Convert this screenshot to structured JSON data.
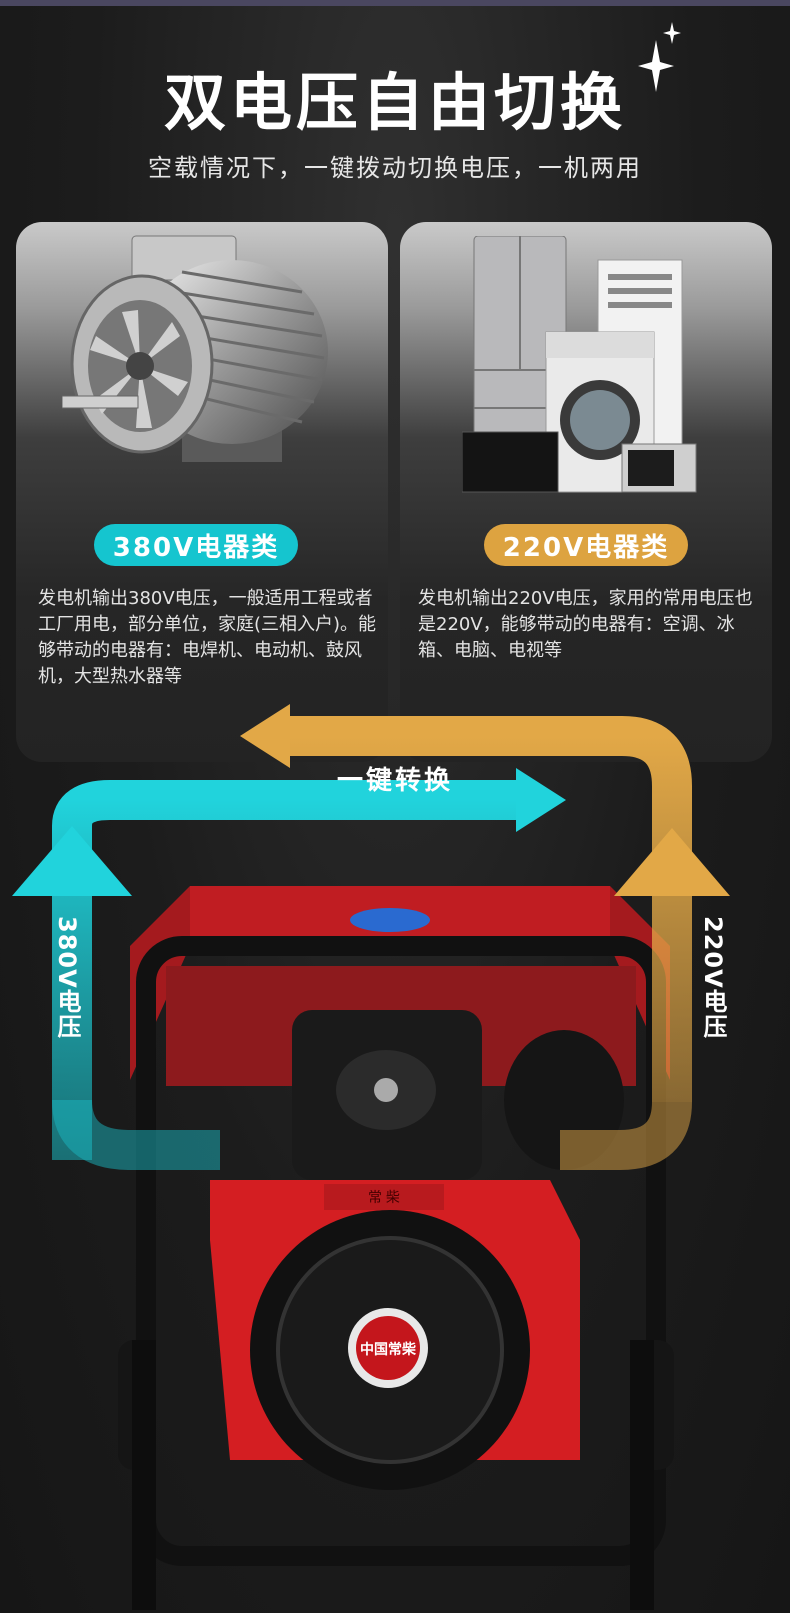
{
  "title": "双电压自由切换",
  "subtitle": "空载情况下，一键拨动切换电压，一机两用",
  "left_card": {
    "image": "electric-motor",
    "badge": "380V电器类",
    "description": "发电机输出380V电压，一般适用工程或者工厂用电，部分单位，家庭(三相入户)。能够带动的电器有：电焊机、电动机、鼓风机，大型热水器等"
  },
  "right_card": {
    "image": "household-appliances",
    "badge": "220V电器类",
    "description": "发电机输出220V电压，家用的常用电压也是220V，能够带动的电器有：空调、冰箱、电脑、电视等"
  },
  "switch_label": "一键转换",
  "left_arrow_label": "380V电压",
  "right_arrow_label": "220V电压",
  "generator": {
    "image": "diesel-generator",
    "seal_text": "中国常柴",
    "plate_text": "常 柴"
  },
  "colors": {
    "cyan": "#15c5cf",
    "gold": "#dda340",
    "generator_red": "#d41e22"
  }
}
